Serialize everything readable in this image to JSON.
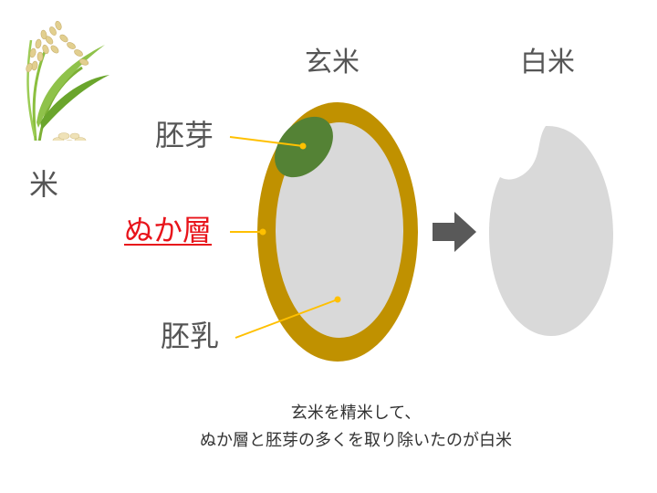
{
  "labels": {
    "rice": "米",
    "brown_rice": "玄米",
    "white_rice": "白米",
    "germ": "胚芽",
    "bran": "ぬか層",
    "endosperm": "胚乳"
  },
  "caption": {
    "line1": "玄米を精米して、",
    "line2": "ぬか層と胚芽の多くを取り除いたのが白米"
  },
  "colors": {
    "bran_layer": "#c09100",
    "germ": "#548235",
    "endosperm": "#d9d9d9",
    "arrow": "#595959",
    "leader_line": "#ffc000",
    "bran_label": "#e8141b",
    "label_text": "#555555"
  },
  "icons": {
    "rice_plant": "rice-plant-icon",
    "arrow": "arrow-right-icon"
  }
}
